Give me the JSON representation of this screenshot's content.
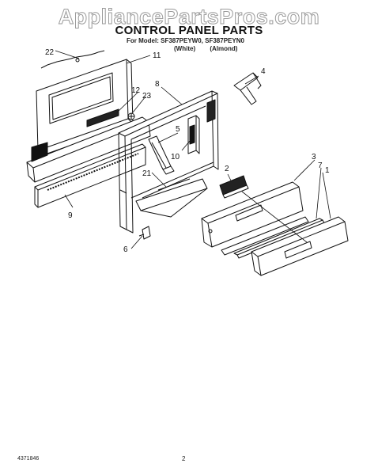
{
  "watermark": "AppliancePartsPros.com",
  "title": "CONTROL PANEL PARTS",
  "models_line": "For Model: SF387PEYW0, SF387PEYN0",
  "variants": [
    "(White)",
    "(Almond)"
  ],
  "callouts": [
    {
      "id": "c1",
      "text": "1"
    },
    {
      "id": "c2",
      "text": "2"
    },
    {
      "id": "c3",
      "text": "3"
    },
    {
      "id": "c4",
      "text": "4"
    },
    {
      "id": "c5",
      "text": "5"
    },
    {
      "id": "c6",
      "text": "6"
    },
    {
      "id": "c7",
      "text": "7"
    },
    {
      "id": "c8",
      "text": "8"
    },
    {
      "id": "c9",
      "text": "9"
    },
    {
      "id": "c10",
      "text": "10"
    },
    {
      "id": "c11",
      "text": "11"
    },
    {
      "id": "c12",
      "text": "12"
    },
    {
      "id": "c21",
      "text": "21"
    },
    {
      "id": "c22",
      "text": "22"
    },
    {
      "id": "c23",
      "text": "23"
    }
  ],
  "footer": {
    "doc_number": "4371846",
    "page": "2"
  }
}
